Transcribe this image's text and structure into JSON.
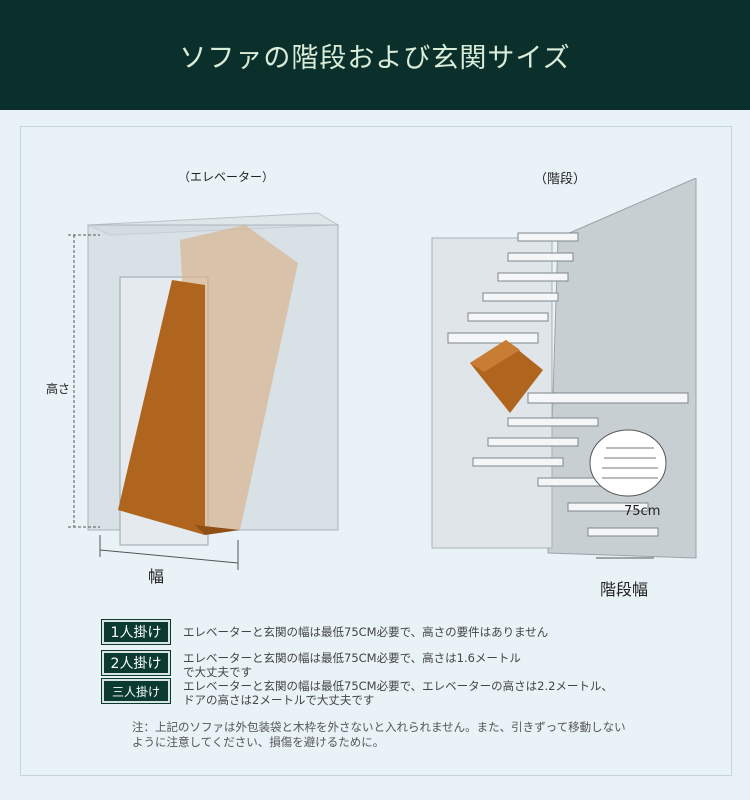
{
  "header": {
    "title": "ソファの階段および玄関サイズ"
  },
  "elevator": {
    "caption": "（エレベーター）",
    "height_label": "高さ",
    "width_label": "幅"
  },
  "stairs": {
    "caption": "（階段）",
    "width_value": "75cm",
    "width_label": "階段幅"
  },
  "rules": [
    {
      "badge": "1人掛け",
      "text": "エレベーターと玄関の幅は最低75CM必要で、高さの要件はありません"
    },
    {
      "badge": "2人掛け",
      "text": "エレベーターと玄関の幅は最低75CM必要で、高さは1.6メートルで大丈夫です"
    },
    {
      "badge": "三人掛け",
      "text": "エレベーターと玄関の幅は最低75CM必要で、エレベーターの高さは2.2メートル、ドアの高さは2メートルで大丈夫です"
    }
  ],
  "note": "注：上記のソファは外包装袋と木枠を外さないと入れられません。また、引きずって移動しないように注意してください、損傷を避けるために。",
  "colors": {
    "header": "#0b302c",
    "sofa": "#b0651f",
    "badge": "#0b3a33"
  }
}
